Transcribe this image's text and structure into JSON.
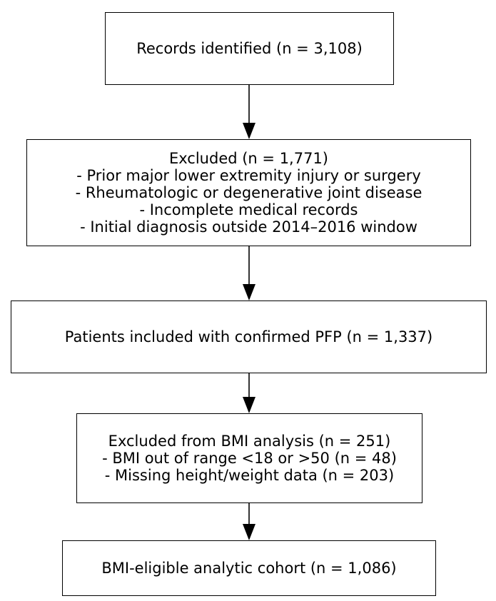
{
  "boxes": [
    {
      "lines": [
        "Records identified (n = 3,108)"
      ]
    },
    {
      "lines": [
        "Excluded (n = 1,771)",
        "- Prior major lower extremity injury or surgery",
        "- Rheumatologic or degenerative joint disease",
        "- Incomplete medical records",
        "- Initial diagnosis outside 2014–2016 window"
      ]
    },
    {
      "lines": [
        "Patients included with confirmed PFP (n = 1,337)"
      ]
    },
    {
      "lines": [
        "Excluded from BMI analysis (n = 251)",
        "- BMI out of range <18 or >50 (n = 48)",
        "- Missing height/weight data (n = 203)"
      ]
    },
    {
      "lines": [
        "BMI-eligible analytic cohort (n = 1,086)"
      ]
    }
  ],
  "colors": {
    "stroke": "#000000",
    "background": "#ffffff"
  }
}
